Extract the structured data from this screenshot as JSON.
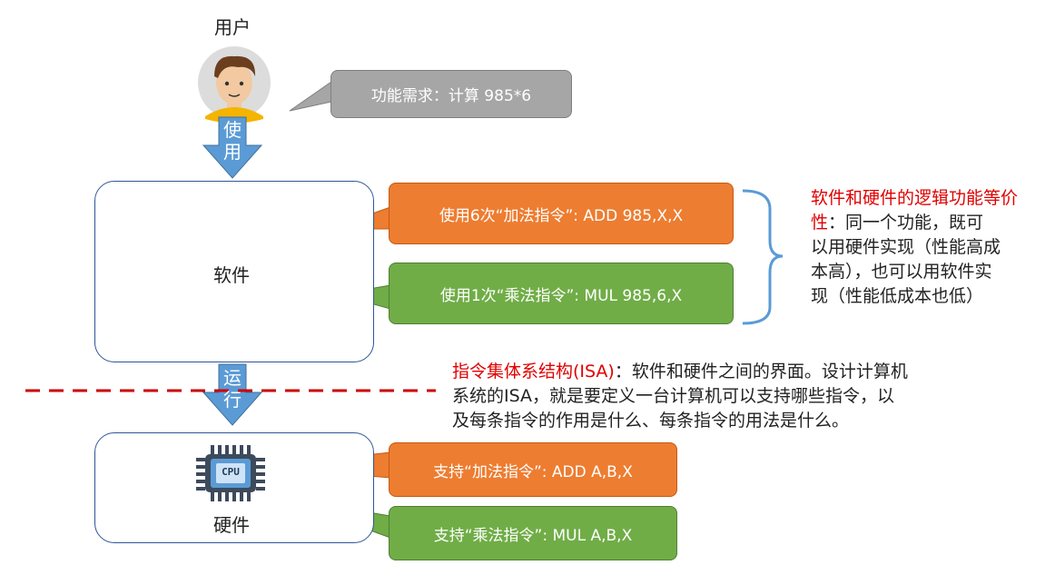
{
  "user": {
    "label": "用户"
  },
  "arrow_use": {
    "text": "使用"
  },
  "arrow_run": {
    "text": "运行"
  },
  "requirement": {
    "text": "功能需求：计算 985*6"
  },
  "software": {
    "label": "软件",
    "callouts": [
      {
        "text": "使用6次“加法指令”: ADD 985,X,X"
      },
      {
        "text": "使用1次“乘法指令”: MUL 985,6,X"
      }
    ]
  },
  "hardware": {
    "label": "硬件",
    "chip_text": "CPU",
    "callouts": [
      {
        "text": "支持“加法指令”: ADD A,B,X"
      },
      {
        "text": "支持“乘法指令”: MUL A,B,X"
      }
    ]
  },
  "equivalence_note": {
    "title": "软件和硬件的逻辑功能等价性",
    "lines": [
      "：同一个功能，既可",
      "以用硬件实现（性能高成",
      "本高），也可以用软件实",
      "现（性能低成本也低）"
    ]
  },
  "isa_note": {
    "title": "指令集体系结构(ISA)",
    "lines": [
      "：软件和硬件之间的界面。设计计算机",
      "系统的ISA，就是要定义一台计算机可以支持哪些指令，以",
      "及每条指令的作用是什么、每条指令的用法是什么。"
    ]
  },
  "colors": {
    "orange": "#ed7d31",
    "green": "#70ad47",
    "gray": "#a6a6a6",
    "blue": "#5b9bd5",
    "red": "#e00000"
  }
}
